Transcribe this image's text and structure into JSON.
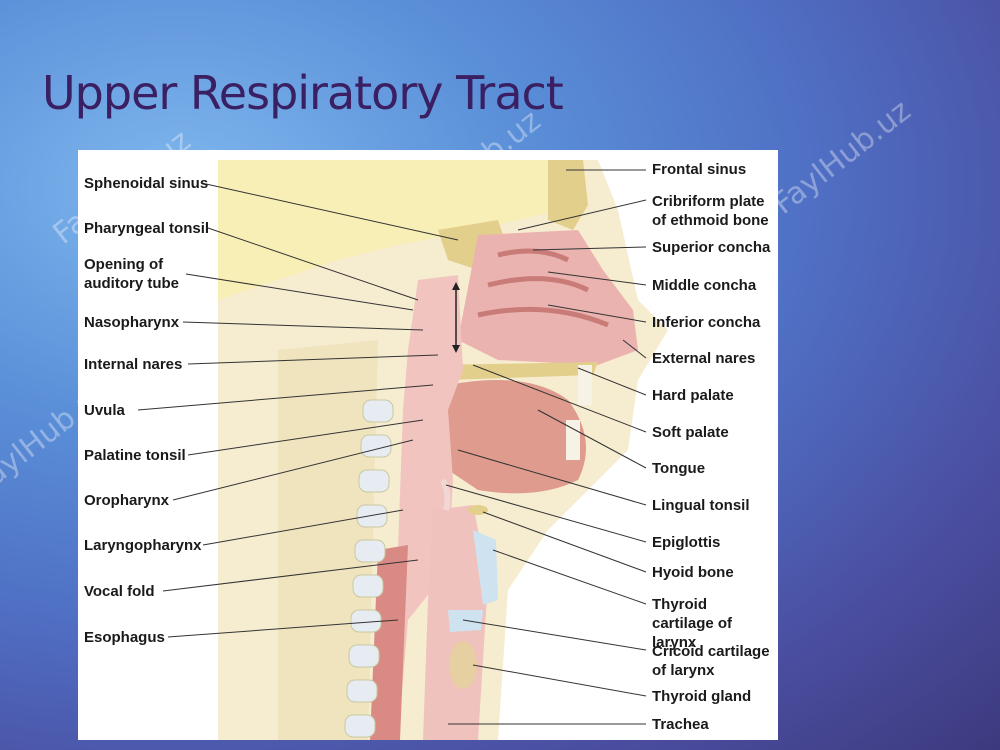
{
  "slide": {
    "title": "Upper Respiratory Tract"
  },
  "watermark_text": "FaylHub.uz",
  "labels_left": [
    "Sphenoidal sinus",
    "Pharyngeal tonsil",
    "Opening of auditory tube",
    "Nasopharynx",
    "Internal nares",
    "Uvula",
    "Palatine tonsil",
    "Oropharynx",
    "Laryngopharynx",
    "Vocal fold",
    "Esophagus"
  ],
  "labels_right": [
    "Frontal sinus",
    "Cribriform plate of ethmoid bone",
    "Superior concha",
    "Middle concha",
    "Inferior concha",
    "External nares",
    "Hard palate",
    "Soft palate",
    "Tongue",
    "Lingual tonsil",
    "Epiglottis",
    "Hyoid bone",
    "Thyroid cartilage of larynx",
    "Cricoid cartilage of larynx",
    "Thyroid gland",
    "Trachea"
  ],
  "colors": {
    "skin": "#f3e7c9",
    "bone": "#e8d8a0",
    "mucosa": "#e9a9a6",
    "airway": "#f4c9c6",
    "muscle": "#d98a84",
    "cartilage": "#cfe2f0"
  }
}
